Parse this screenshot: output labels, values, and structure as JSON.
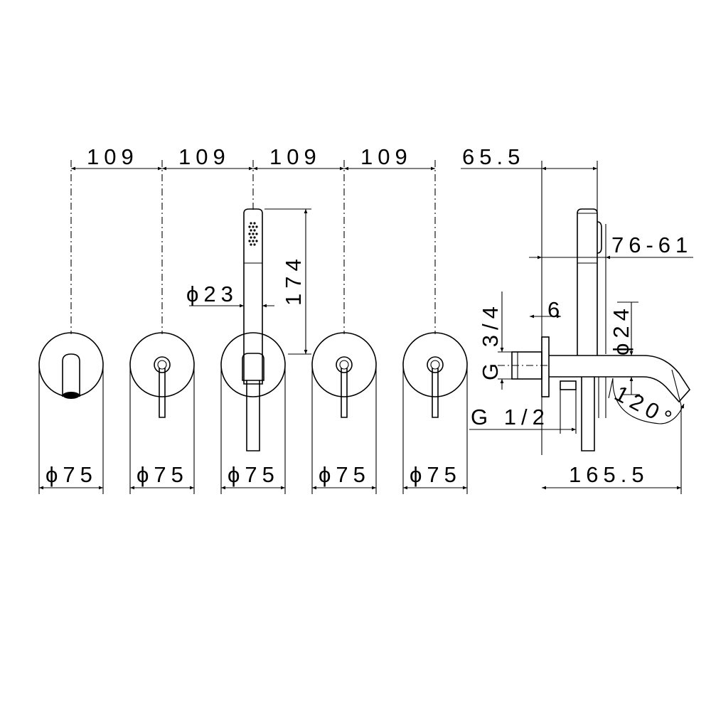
{
  "dimensions": {
    "spacing": [
      "109",
      "109",
      "109",
      "109"
    ],
    "plate_diameters": [
      "ϕ75",
      "ϕ75",
      "ϕ75",
      "ϕ75",
      "ϕ75"
    ],
    "hand_shower_diameter": "ϕ23",
    "hand_shower_length": "174",
    "side_offset": "65.5",
    "projection_range": "76-61",
    "thread_inlet": "G 3/4",
    "flange_thickness": "6",
    "spout_diameter": "ϕ24",
    "swivel_angle": "120°",
    "thread_outlet": "G 1/2",
    "spout_reach": "165.5"
  }
}
